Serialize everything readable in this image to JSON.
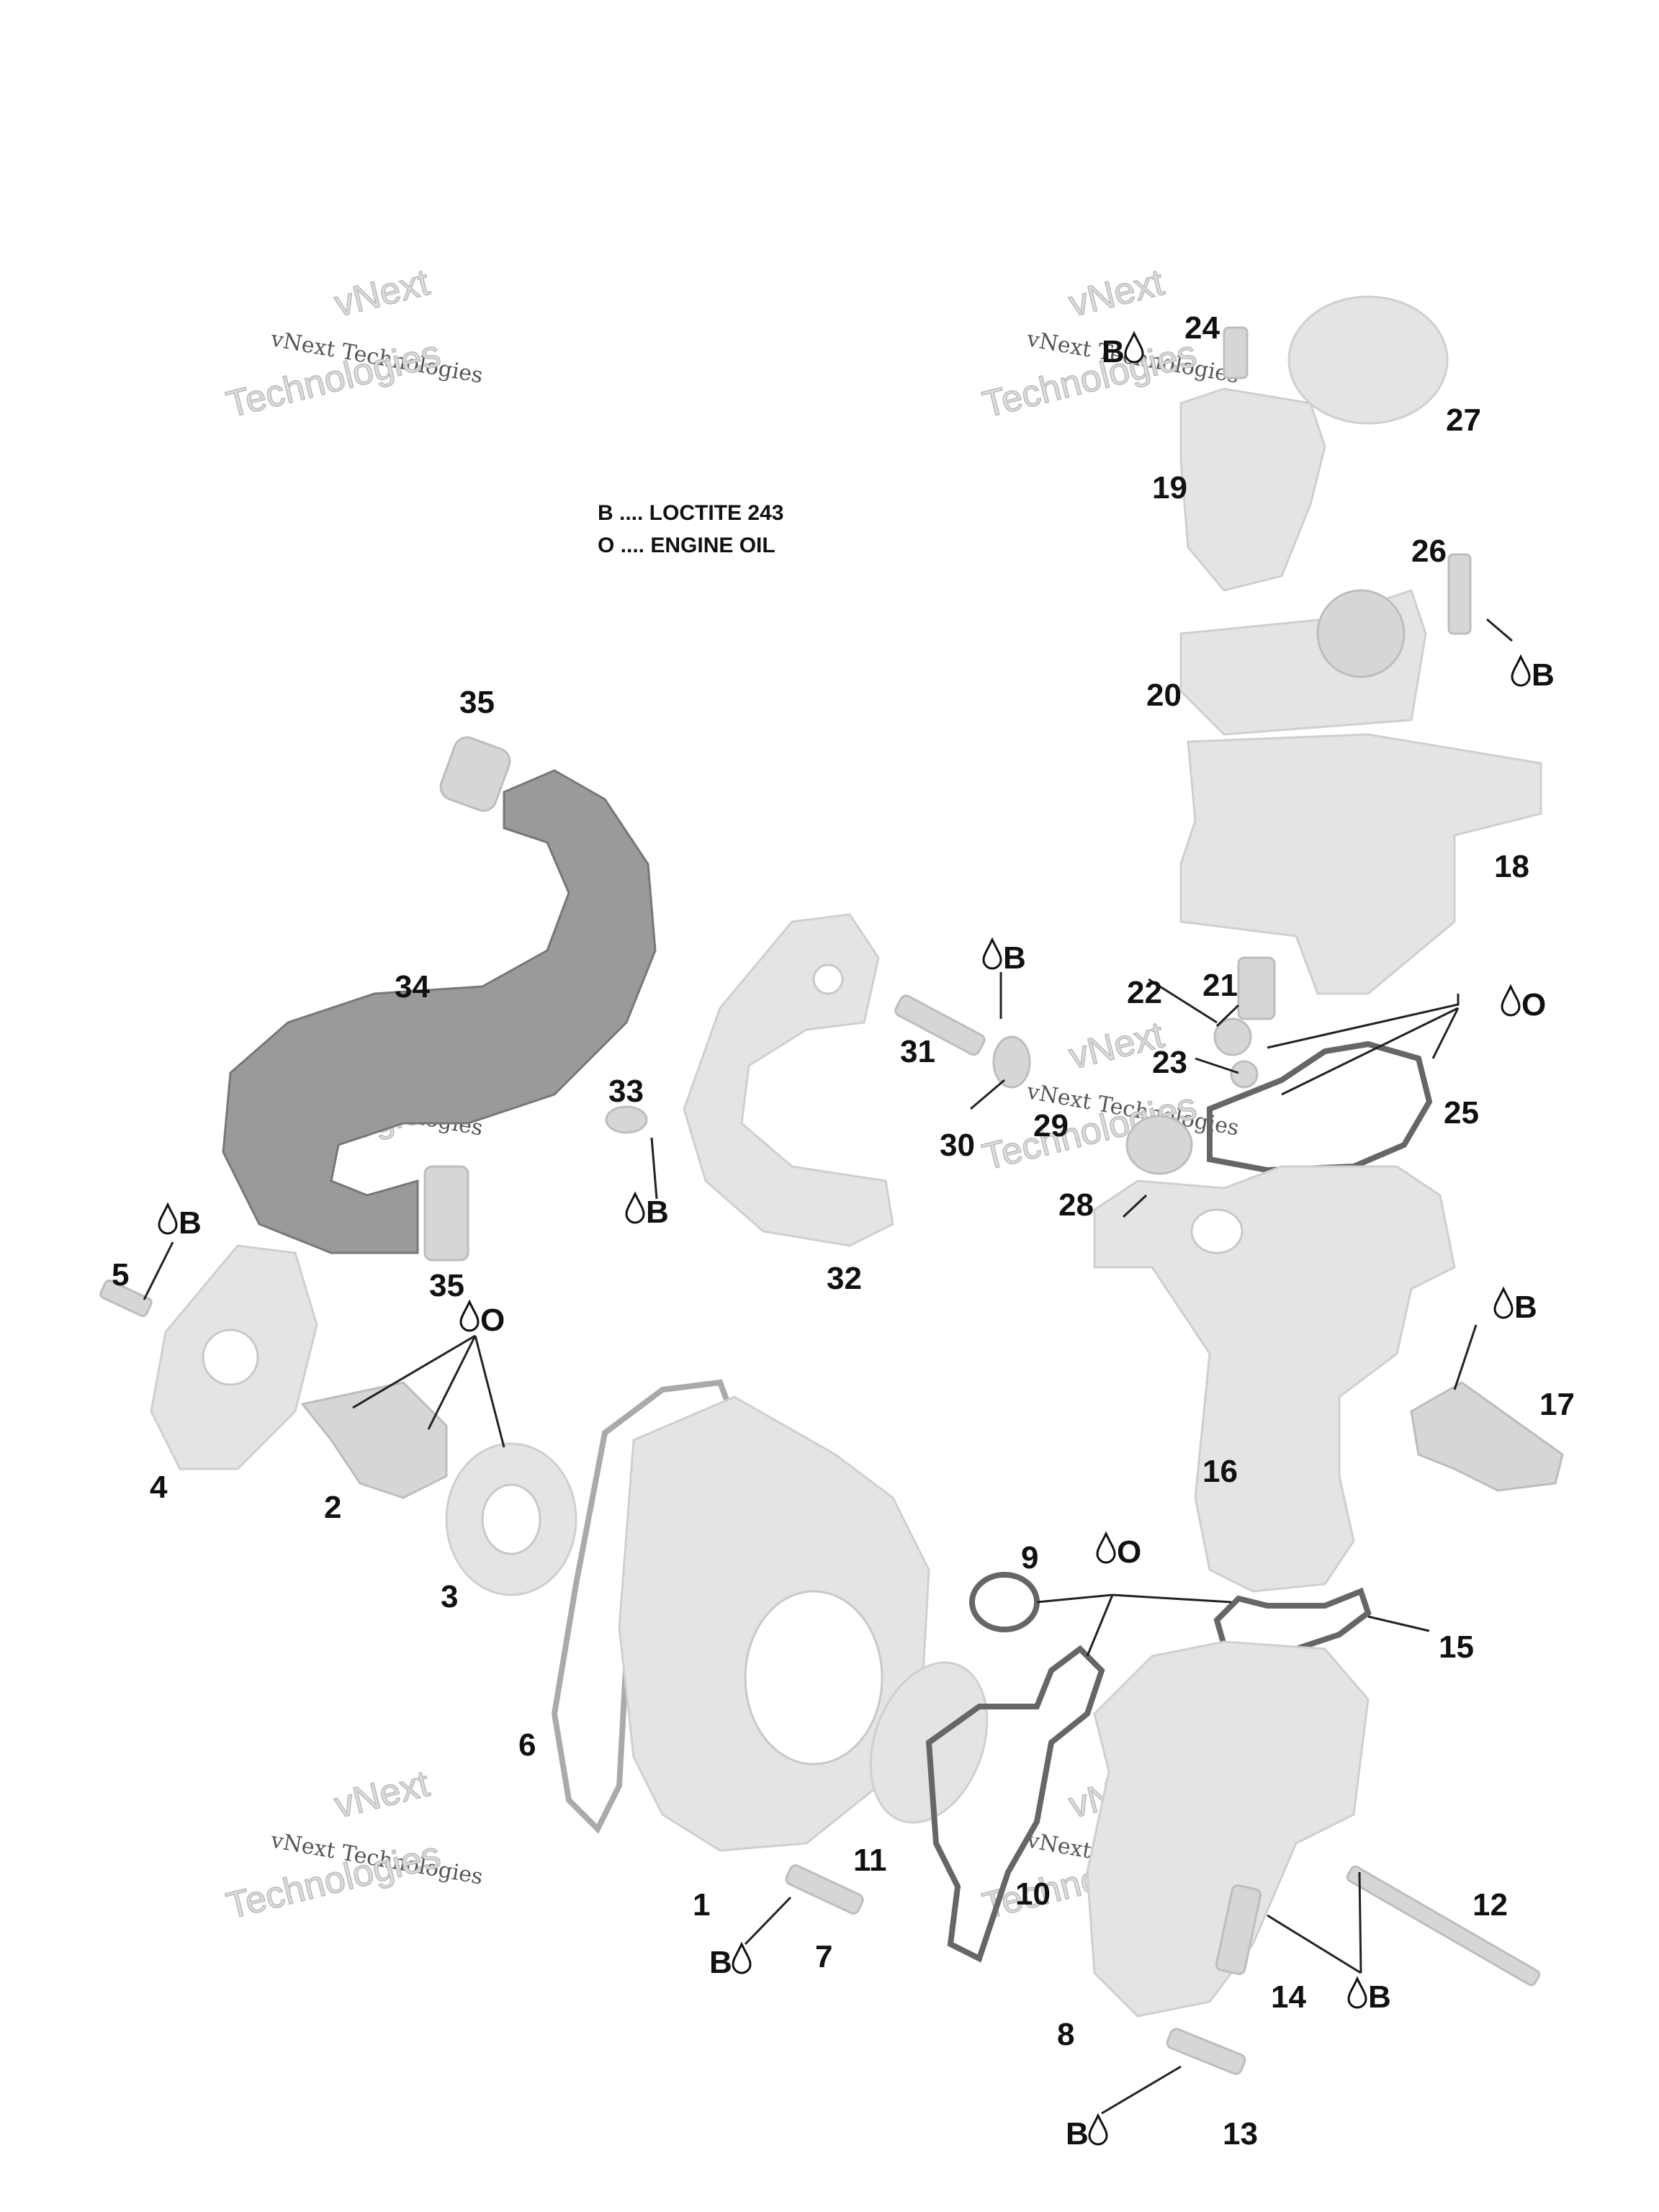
{
  "legend": {
    "line_b": "B .... LOCTITE 243",
    "line_o": "O .... ENGINE OIL"
  },
  "watermark": {
    "line1": "vNext Technologies",
    "line2": "vNext",
    "line3": "Technologies"
  },
  "codes": {
    "b": "B",
    "o": "O"
  },
  "labels": {
    "p1": "1",
    "p2": "2",
    "p3": "3",
    "p4": "4",
    "p5": "5",
    "p6": "6",
    "p7": "7",
    "p8": "8",
    "p9": "9",
    "p10": "10",
    "p11": "11",
    "p12": "12",
    "p13": "13",
    "p14": "14",
    "p15": "15",
    "p16": "16",
    "p17": "17",
    "p18": "18",
    "p19": "19",
    "p20": "20",
    "p21": "21",
    "p22": "22",
    "p23": "23",
    "p24": "24",
    "p25": "25",
    "p26": "26",
    "p27": "27",
    "p28": "28",
    "p29": "29",
    "p30": "30",
    "p31": "31",
    "p32": "32",
    "p33": "33",
    "p34": "34",
    "p35a": "35",
    "p35b": "35"
  }
}
